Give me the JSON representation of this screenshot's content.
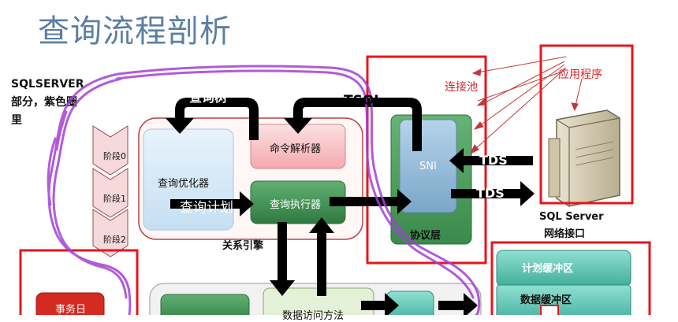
{
  "title": "查询流程剖析",
  "side_note": "SQLSERVER\n部分，紫色圈\n里",
  "stages": [
    "阶段0",
    "阶段1",
    "阶段2"
  ],
  "labels": {
    "query_tree": "查询树",
    "tsql": "TSQL",
    "command_parser": "命令解析器",
    "query_optimizer": "查询优化器",
    "query_plan": "查询计划",
    "query_executor": "查询执行器",
    "relational_engine": "关系引擎",
    "sni": "SNI",
    "protocol_layer": "协议层",
    "tds_in": "TDS",
    "tds_out": "TDS",
    "connection_pool": "连接池",
    "application": "应用程序",
    "sql_server_net_line1": "SQL Server",
    "sql_server_net_line2": "网络接口",
    "plan_cache": "计划缓冲区",
    "data_cache": "数据缓冲区",
    "transaction_log": "事务日",
    "data_access": "数据访问方法"
  },
  "colors": {
    "title": "#5b7fa4",
    "red_frame": "#e8141b",
    "purple_scribble": "#a23ed6",
    "arrow": "#000000",
    "optimizer_fill": "#d6eaf8",
    "parser_fill": "#f8c9cc",
    "executor_fill": "#3e8e50",
    "sni_fill": "#8fb6d4",
    "protocol_fill": "#4a9a5a",
    "cache_fill": "#5fbfae"
  }
}
